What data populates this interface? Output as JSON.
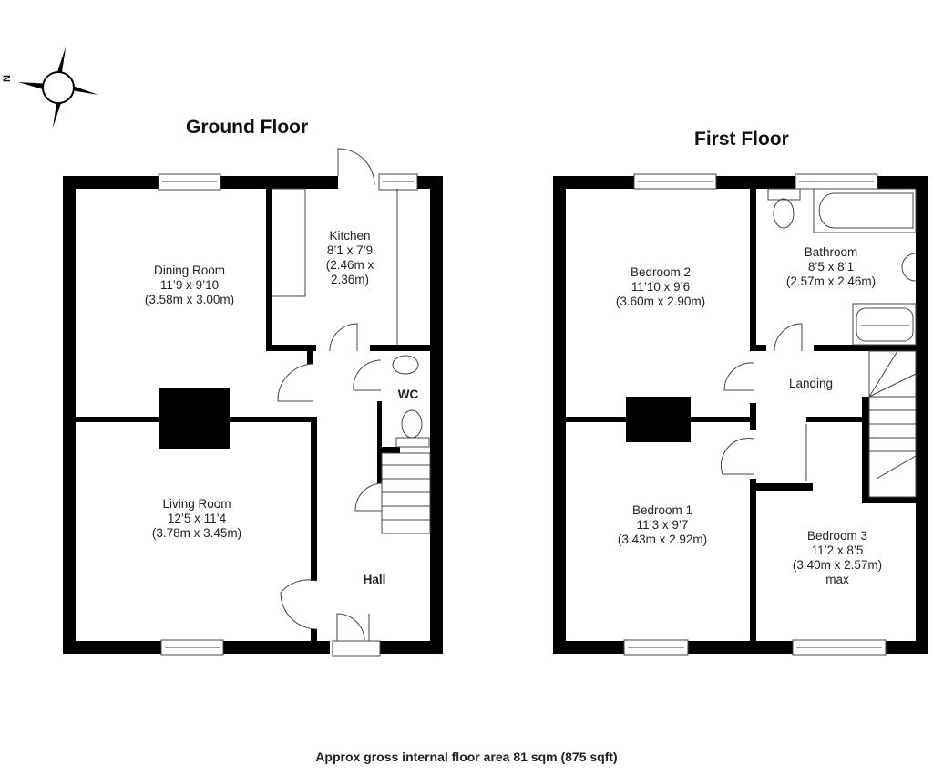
{
  "compass": {
    "icon": "compass-rose-icon",
    "north_label": "N",
    "north_direction": "left"
  },
  "floors": [
    {
      "title": "Ground Floor",
      "rooms": [
        {
          "name": "Dining Room",
          "imperial": "11’9 x 9’10",
          "metric": "(3.58m x 3.00m)",
          "note": ""
        },
        {
          "name": "Kitchen",
          "imperial": "8’1 x 7’9",
          "metric_line1": "(2.46m x",
          "metric_line2": "2.36m)",
          "note": ""
        },
        {
          "name": "WC"
        },
        {
          "name": "Living Room",
          "imperial": "12’5 x 11’4",
          "metric": "(3.78m x 3.45m)",
          "note": ""
        },
        {
          "name": "Hall"
        }
      ]
    },
    {
      "title": "First Floor",
      "rooms": [
        {
          "name": "Bedroom 2",
          "imperial": "11’10 x 9’6",
          "metric": "(3.60m x 2.90m)",
          "note": ""
        },
        {
          "name": "Bathroom",
          "imperial": "8’5 x 8’1",
          "metric": "(2.57m x 2.46m)",
          "note": ""
        },
        {
          "name": "Landing"
        },
        {
          "name": "Bedroom 1",
          "imperial": "11’3 x 9’7",
          "metric": "(3.43m x 2.92m)",
          "note": ""
        },
        {
          "name": "Bedroom 3",
          "imperial": "11’2 x 8’5",
          "metric": "(3.40m x 2.57m)",
          "note": "max"
        }
      ]
    }
  ],
  "footer": {
    "text": "Approx gross internal floor area 81 sqm (875 sqft)"
  },
  "colors": {
    "wall": "#000000",
    "background": "#ffffff",
    "fixture_line": "#555555"
  }
}
